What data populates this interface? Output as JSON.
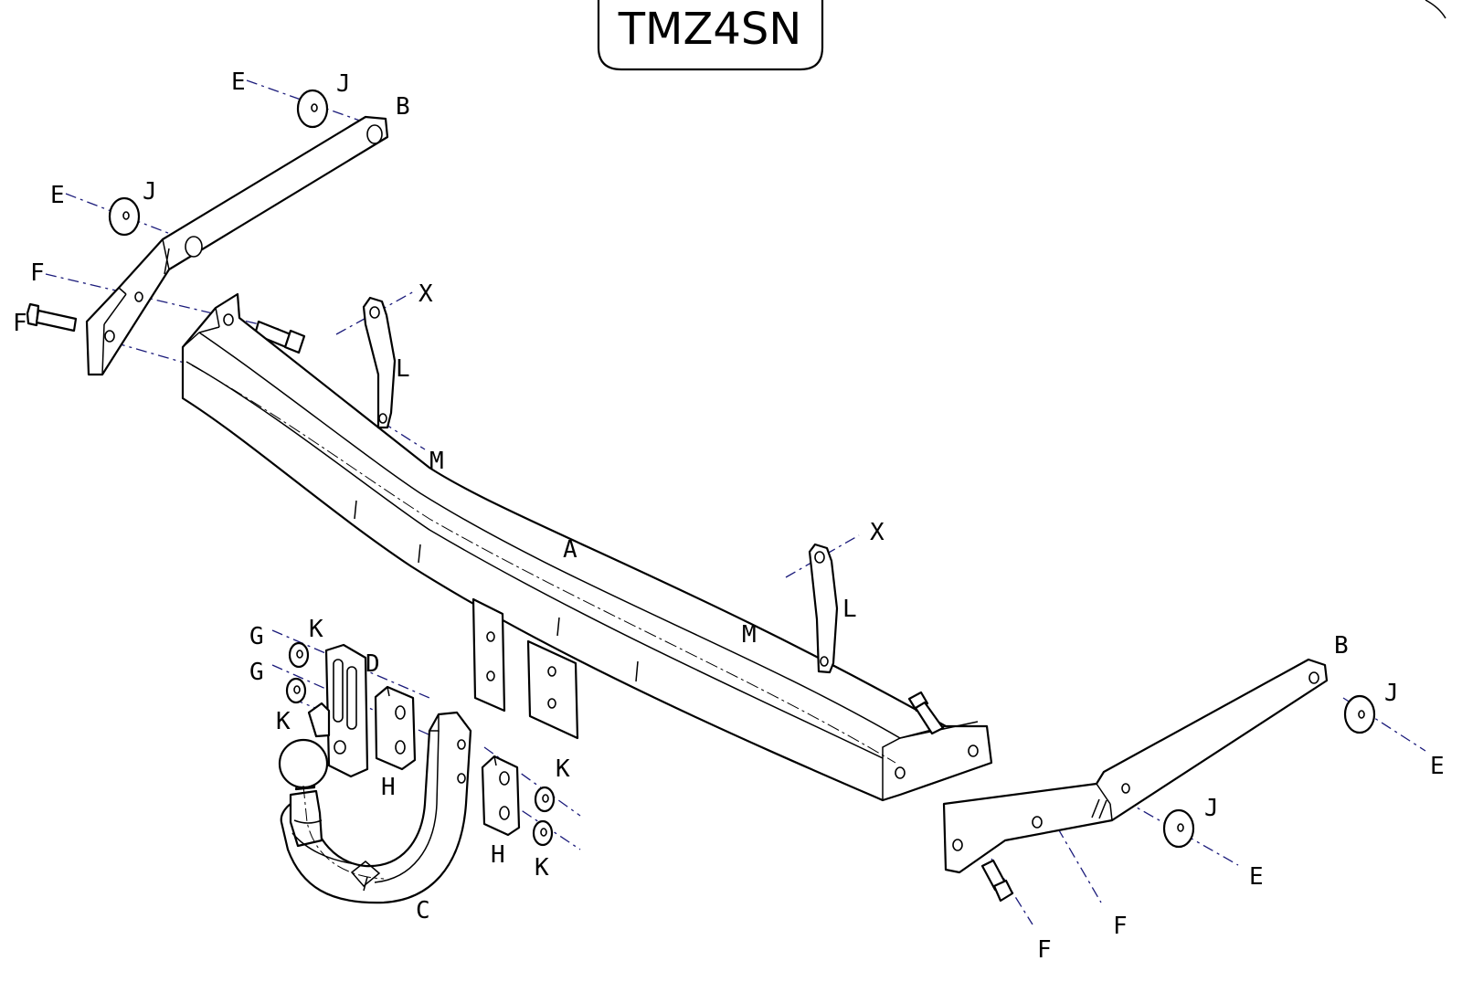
{
  "title": "TMZ4SN",
  "labels": {
    "A": "A",
    "B": "B",
    "C": "C",
    "D": "D",
    "E": "E",
    "F": "F",
    "G": "G",
    "H": "H",
    "J": "J",
    "K": "K",
    "L": "L",
    "M": "M",
    "X": "X"
  }
}
